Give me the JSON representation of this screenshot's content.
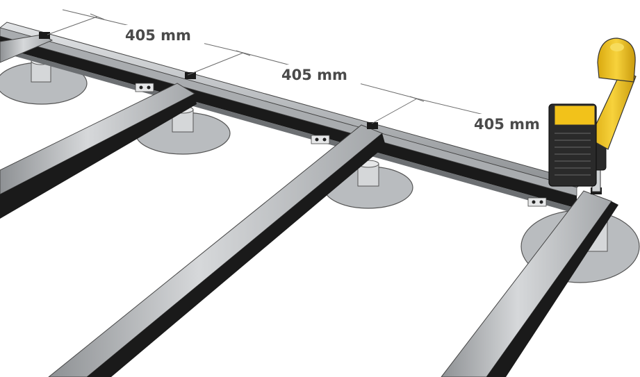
{
  "dimensions": [
    {
      "label": "405 mm"
    },
    {
      "label": "405 mm"
    },
    {
      "label": "405 mm"
    }
  ],
  "colors": {
    "rail_top": "#c9cbcd",
    "rail_side": "#8e9194",
    "rail_channel": "#1a1a1a",
    "pedestal_base": "#b9bcbf",
    "drill_body": "#f2c21a",
    "drill_dark": "#2a2a2a",
    "dimension_line": "#6b6b6b"
  }
}
